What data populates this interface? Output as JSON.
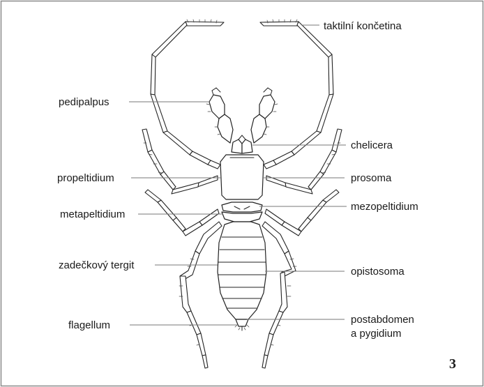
{
  "labels": {
    "taktilni_koncetina": "taktilní končetina",
    "pedipalpus": "pedipalpus",
    "chelicera": "chelicera",
    "propeltidium": "propeltidium",
    "prosoma": "prosoma",
    "metapeltidium": "metapeltidium",
    "mezopeltidium": "mezopeltidium",
    "zadeckovy_tergit": "zadečkový tergit",
    "opistosoma": "opistosoma",
    "flagellum": "flagellum",
    "postabdomen_line1": "postabdomen",
    "postabdomen_line2": "a pygidium"
  },
  "figure_number": "3"
}
